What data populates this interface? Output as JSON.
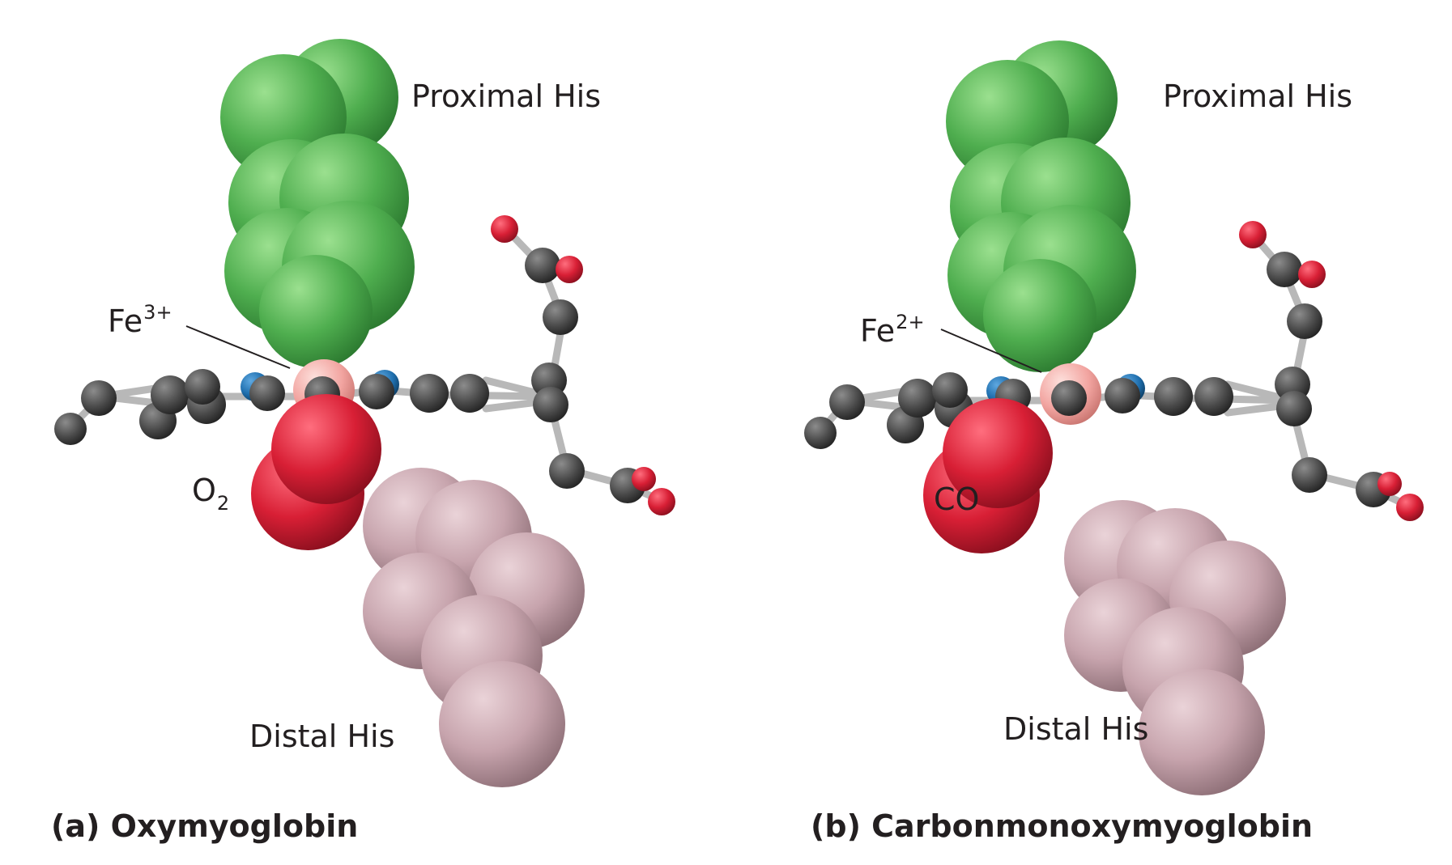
{
  "panels": [
    {
      "id": "a",
      "caption": "(a) Oxymyoglobin",
      "proximal_label": "Proximal His",
      "distal_label": "Distal His",
      "iron": {
        "symbol": "Fe",
        "charge": "3+"
      },
      "ligand": {
        "base": "O",
        "subscript": "2"
      }
    },
    {
      "id": "b",
      "caption": "(b) Carbonmonoxymyoglobin",
      "proximal_label": "Proximal His",
      "distal_label": "Distal His",
      "iron": {
        "symbol": "Fe",
        "charge": "2+"
      },
      "ligand": {
        "base": "CO",
        "subscript": ""
      }
    }
  ],
  "colors": {
    "proximal_his": "#4fae4f",
    "distal_his": "#c7a4ad",
    "iron": "#f2a4a0",
    "oxygen": "#d81f35",
    "carbon": "#4a4a4a",
    "nitrogen": "#1f6fae",
    "bond": "#b8b8b8"
  }
}
